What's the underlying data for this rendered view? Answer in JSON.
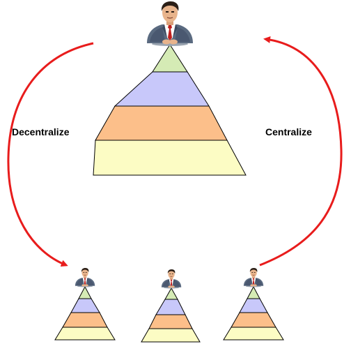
{
  "labels": {
    "decentralize": "Decentralize",
    "centralize": "Centralize"
  },
  "colors": {
    "tier_top": "#d5ebb5",
    "tier_2": "#c8c8fa",
    "tier_3": "#fcbf8a",
    "tier_base": "#fcfcc4",
    "arrow": "#e81c1c",
    "suit": "#5a6a80",
    "shirt": "#ffffff",
    "tie": "#c0201e",
    "skin": "#e8b48c",
    "hair": "#2a1e16"
  },
  "pyramids": [
    {
      "name": "central-pyramid",
      "size": "large"
    },
    {
      "name": "pyramid-left",
      "size": "small"
    },
    {
      "name": "pyramid-middle",
      "size": "small"
    },
    {
      "name": "pyramid-right",
      "size": "small"
    }
  ]
}
